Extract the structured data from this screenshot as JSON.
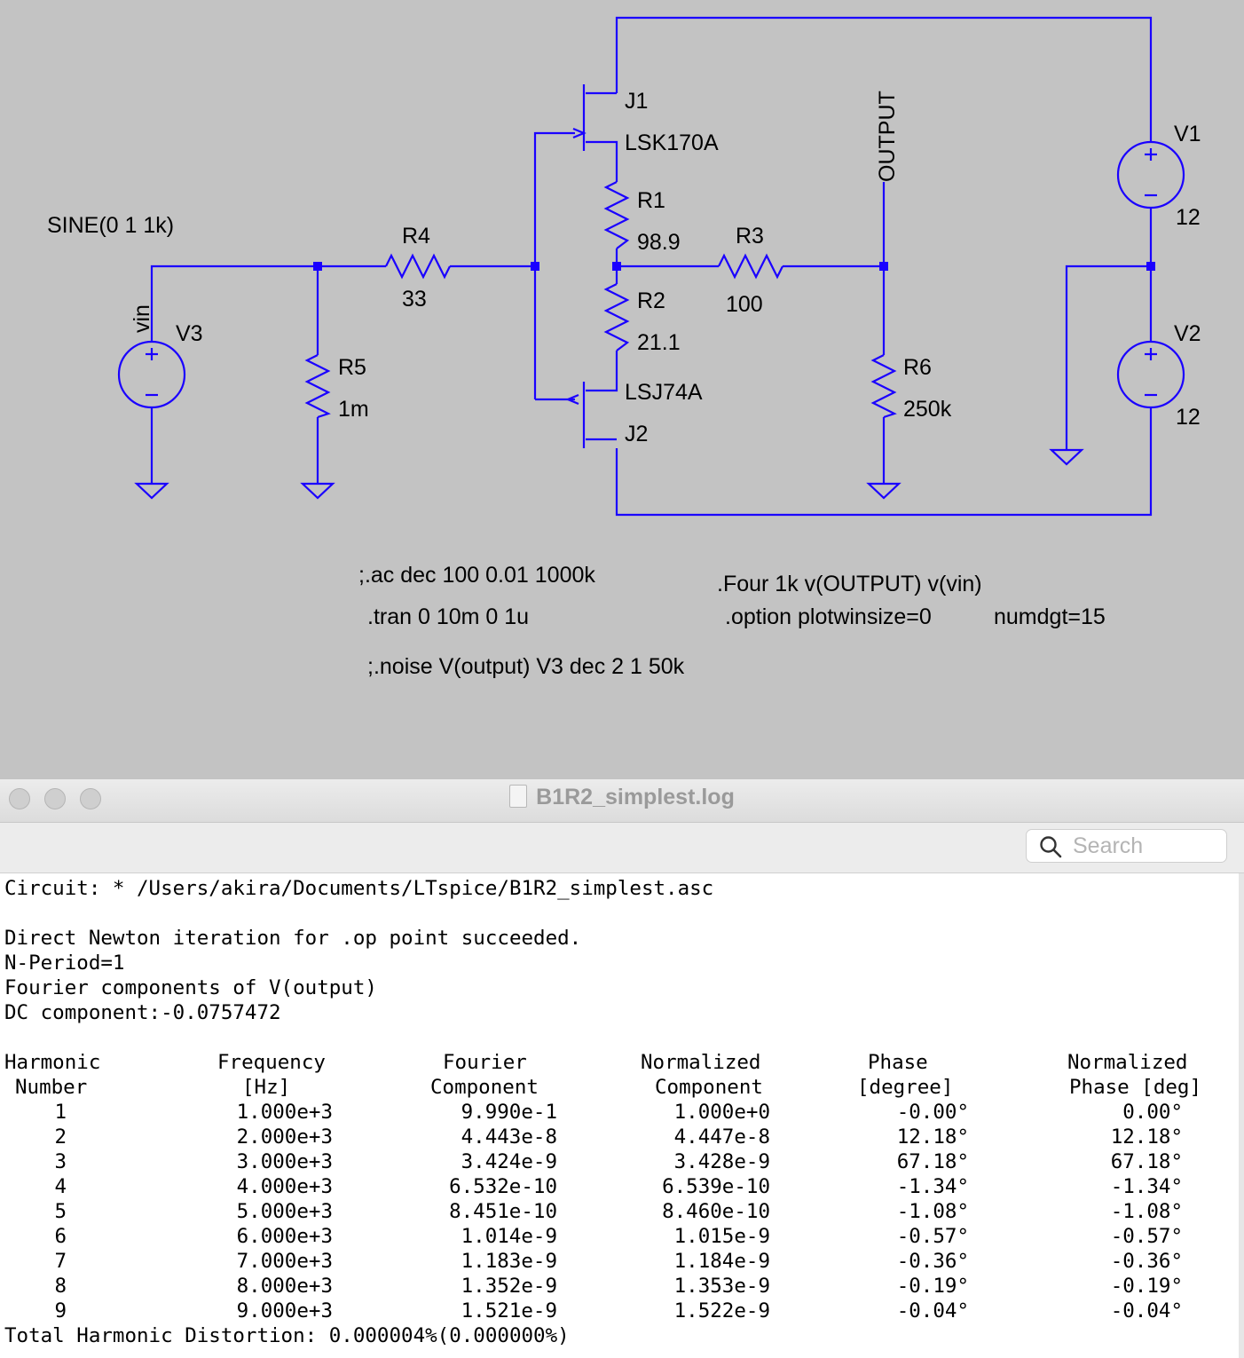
{
  "schematic": {
    "source_label": "SINE(0 1 1k)",
    "vin_label": "vin",
    "v3": "V3",
    "r4": {
      "name": "R4",
      "value": "33"
    },
    "r5": {
      "name": "R5",
      "value": "1m"
    },
    "r1": {
      "name": "R1",
      "value": "98.9"
    },
    "r2": {
      "name": "R2",
      "value": "21.1"
    },
    "r3": {
      "name": "R3",
      "value": "100"
    },
    "r6": {
      "name": "R6",
      "value": "250k"
    },
    "j1": {
      "name": "J1",
      "model": "LSK170A"
    },
    "j2": {
      "name": "J2",
      "model": "LSJ74A"
    },
    "output_label": "OUTPUT",
    "v1": {
      "name": "V1",
      "value": "12"
    },
    "v2": {
      "name": "V2",
      "value": "12"
    },
    "directives": {
      "ac": ";.ac dec 100 0.01 1000k",
      "tran": ".tran 0 10m 0 1u",
      "noise": ";.noise V(output) V3 dec 2 1 50k",
      "four": ".Four 1k v(OUTPUT) v(vin)",
      "option": ".option plotwinsize=0",
      "numdgt": "numdgt=15"
    },
    "wire_color": "#1a00ff"
  },
  "log_window": {
    "title": "B1R2_simplest.log",
    "search_placeholder": "Search",
    "lines": {
      "circuit": "Circuit: * /Users/akira/Documents/LTspice/B1R2_simplest.asc",
      "newton": "Direct Newton iteration for .op point succeeded.",
      "nperiod": "N-Period=1",
      "fourier": "Fourier components of V(output)",
      "dc": "DC component:-0.0757472",
      "thd": "Total Harmonic Distortion: 0.000004%(0.000000%)"
    },
    "table": {
      "headers_row1": [
        "Harmonic",
        "Frequency",
        "Fourier",
        "Normalized",
        "Phase",
        "Normalized"
      ],
      "headers_row2": [
        "Number",
        "[Hz]",
        "Component",
        "Component",
        "[degree]",
        "Phase [deg]"
      ],
      "rows": [
        [
          "1",
          "1.000e+3",
          "9.990e-1",
          "1.000e+0",
          "-0.00°",
          "0.00°"
        ],
        [
          "2",
          "2.000e+3",
          "4.443e-8",
          "4.447e-8",
          "12.18°",
          "12.18°"
        ],
        [
          "3",
          "3.000e+3",
          "3.424e-9",
          "3.428e-9",
          "67.18°",
          "67.18°"
        ],
        [
          "4",
          "4.000e+3",
          "6.532e-10",
          "6.539e-10",
          "-1.34°",
          "-1.34°"
        ],
        [
          "5",
          "5.000e+3",
          "8.451e-10",
          "8.460e-10",
          "-1.08°",
          "-1.08°"
        ],
        [
          "6",
          "6.000e+3",
          "1.014e-9",
          "1.015e-9",
          "-0.57°",
          "-0.57°"
        ],
        [
          "7",
          "7.000e+3",
          "1.183e-9",
          "1.184e-9",
          "-0.36°",
          "-0.36°"
        ],
        [
          "8",
          "8.000e+3",
          "1.352e-9",
          "1.353e-9",
          "-0.19°",
          "-0.19°"
        ],
        [
          "9",
          "9.000e+3",
          "1.521e-9",
          "1.522e-9",
          "-0.04°",
          "-0.04°"
        ]
      ]
    }
  }
}
